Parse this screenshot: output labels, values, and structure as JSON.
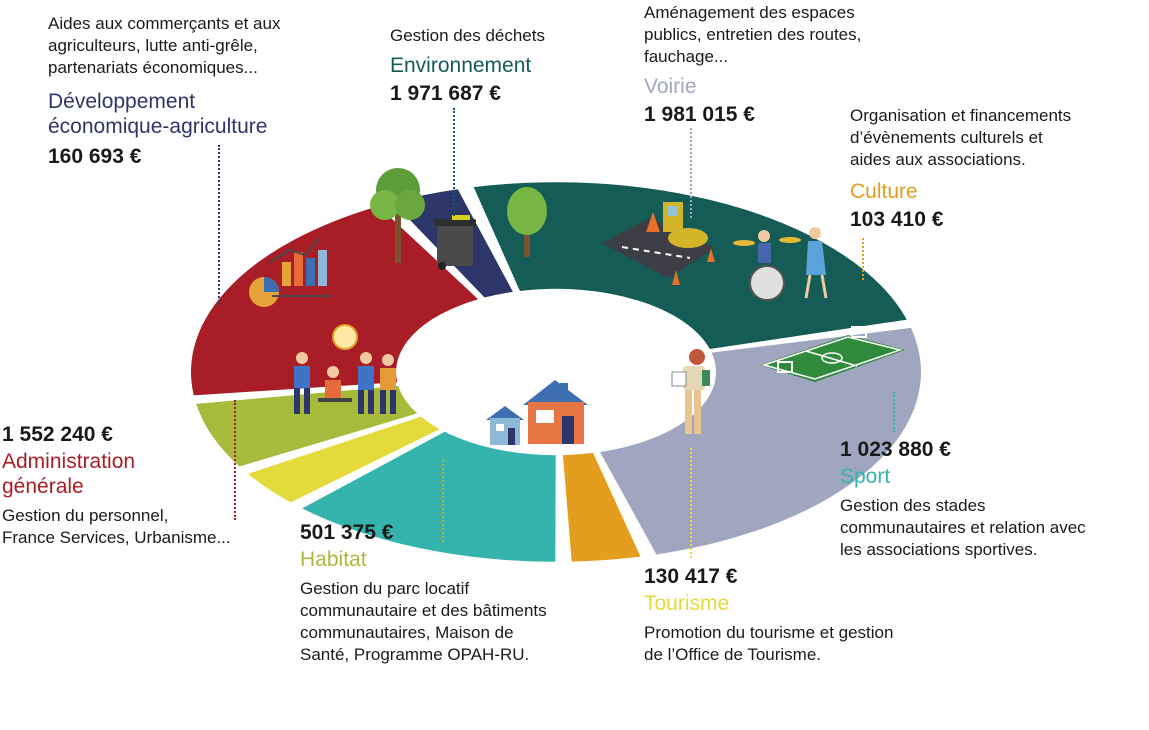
{
  "chart_data": {
    "type": "pie",
    "title": "",
    "categories": [
      "Environnement",
      "Voirie",
      "Culture",
      "Sport",
      "Tourisme",
      "Habitat",
      "Administration générale",
      "Développement économique-agriculture"
    ],
    "values": [
      1971687,
      1981015,
      103410,
      1023880,
      130417,
      501375,
      1552240,
      160693
    ],
    "value_labels": [
      "1 971 687 €",
      "1 981 015 €",
      "103 410 €",
      "1 023 880 €",
      "130 417 €",
      "501 375 €",
      "1 552 240 €",
      "160 693 €"
    ],
    "descriptions": [
      [
        "Gestion des déchets"
      ],
      [
        "Aménagement des espaces",
        "publics, entretien des routes,",
        "fauchage..."
      ],
      [
        "Organisation et financements",
        "d’évènements culturels et",
        "aides aux associations."
      ],
      [
        "Gestion des stades",
        "communautaires et relation avec",
        "les associations sportives."
      ],
      [
        "Promotion du tourisme et gestion",
        "de l’Office de Tourisme."
      ],
      [
        "Gestion du parc locatif",
        "communautaire et des bâtiments",
        "communautaires, Maison de",
        "Santé, Programme OPAH-RU."
      ],
      [
        "Gestion du personnel,",
        "France Services, Urbanisme..."
      ],
      [
        "Aides aux commerçants et aux",
        "agriculteurs, lutte anti-grêle,",
        "partenariats économiques..."
      ]
    ],
    "colors": [
      "#145c55",
      "#a0a6c0",
      "#e39e1f",
      "#34b4ac",
      "#e3da3b",
      "#a8ba3b",
      "#a81d26",
      "#2d3668"
    ],
    "legend": "none"
  },
  "icons": [
    "tree-icon",
    "trash-bin-icon",
    "road-works-icon",
    "musicians-icon",
    "football-pitch-icon",
    "tourist-icon",
    "house-icon",
    "team-meeting-icon",
    "growth-chart-icon"
  ]
}
